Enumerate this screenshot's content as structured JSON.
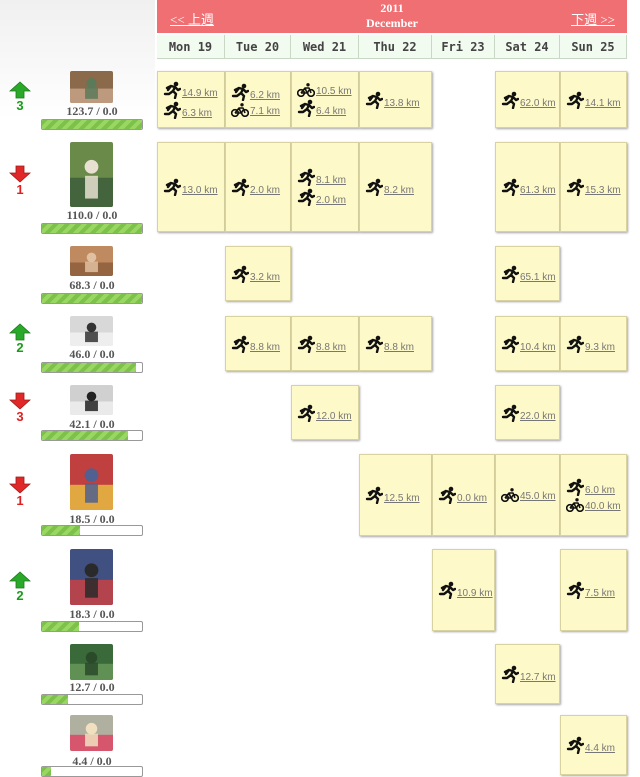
{
  "header": {
    "prev_label": "<< 上週",
    "next_label": "下週 >>",
    "year": "2011",
    "month": "December",
    "days": [
      "Mon 19",
      "Tue 20",
      "Wed 21",
      "Thu 22",
      "Fri 23",
      "Sat 24",
      "Sun 25"
    ]
  },
  "colors": {
    "header_bg": "#ef6f73",
    "day_header_bg": "#f2fbef",
    "cell_bg": "#fef9c8",
    "progress_fill": "#7cc24a",
    "trend_up": "#1a9c1a",
    "trend_down": "#e02020"
  },
  "icons": {
    "run": "runner-icon",
    "bike": "cyclist-icon",
    "up": "arrow-up-icon",
    "down": "arrow-down-icon"
  },
  "users": [
    {
      "trend": "up",
      "rank": "3",
      "distance": "123.7 / 0.0",
      "progress": 1.0,
      "days": [
        [
          {
            "t": "run",
            "km": "14.9 km"
          },
          {
            "t": "run",
            "km": "6.3 km"
          }
        ],
        [
          {
            "t": "run",
            "km": "6.2 km"
          },
          {
            "t": "bike",
            "km": "7.1 km"
          }
        ],
        [
          {
            "t": "bike",
            "km": "10.5 km"
          },
          {
            "t": "run",
            "km": "6.4 km"
          }
        ],
        [
          {
            "t": "run",
            "km": "13.8 km"
          }
        ],
        [],
        [
          {
            "t": "run",
            "km": "62.0 km"
          }
        ],
        [
          {
            "t": "run",
            "km": "14.1 km"
          }
        ]
      ]
    },
    {
      "trend": "down",
      "rank": "1",
      "distance": "110.0 / 0.0",
      "progress": 1.0,
      "days": [
        [
          {
            "t": "run",
            "km": "13.0 km"
          }
        ],
        [
          {
            "t": "run",
            "km": "2.0 km"
          }
        ],
        [
          {
            "t": "run",
            "km": "8.1 km"
          },
          {
            "t": "run",
            "km": "2.0 km"
          }
        ],
        [
          {
            "t": "run",
            "km": "8.2 km"
          }
        ],
        [],
        [
          {
            "t": "run",
            "km": "61.3 km"
          }
        ],
        [
          {
            "t": "run",
            "km": "15.3 km"
          }
        ]
      ]
    },
    {
      "trend": "",
      "rank": "",
      "distance": "68.3 / 0.0",
      "progress": 1.0,
      "days": [
        [],
        [
          {
            "t": "run",
            "km": "3.2 km"
          }
        ],
        [],
        [],
        [],
        [
          {
            "t": "run",
            "km": "65.1 km"
          }
        ],
        []
      ]
    },
    {
      "trend": "up",
      "rank": "2",
      "distance": "46.0 / 0.0",
      "progress": 0.94,
      "days": [
        [],
        [
          {
            "t": "run",
            "km": "8.8 km"
          }
        ],
        [
          {
            "t": "run",
            "km": "8.8 km"
          }
        ],
        [
          {
            "t": "run",
            "km": "8.8 km"
          }
        ],
        [],
        [
          {
            "t": "run",
            "km": "10.4 km"
          }
        ],
        [
          {
            "t": "run",
            "km": "9.3 km"
          }
        ]
      ]
    },
    {
      "trend": "down",
      "rank": "3",
      "distance": "42.1 / 0.0",
      "progress": 0.86,
      "days": [
        [],
        [],
        [
          {
            "t": "run",
            "km": "12.0 km"
          }
        ],
        [],
        [],
        [
          {
            "t": "run",
            "km": "22.0 km"
          }
        ],
        []
      ]
    },
    {
      "trend": "down",
      "rank": "1",
      "distance": "18.5 / 0.0",
      "progress": 0.38,
      "days": [
        [],
        [],
        [],
        [
          {
            "t": "run",
            "km": "12.5 km"
          }
        ],
        [
          {
            "t": "run",
            "km": "0.0 km"
          }
        ],
        [
          {
            "t": "bike",
            "km": "45.0 km"
          }
        ],
        [
          {
            "t": "run",
            "km": "6.0 km"
          },
          {
            "t": "bike",
            "km": "40.0 km"
          }
        ]
      ]
    },
    {
      "trend": "up",
      "rank": "2",
      "distance": "18.3 / 0.0",
      "progress": 0.37,
      "days": [
        [],
        [],
        [],
        [],
        [
          {
            "t": "run",
            "km": "10.9 km"
          }
        ],
        [],
        [
          {
            "t": "run",
            "km": "7.5 km"
          }
        ]
      ]
    },
    {
      "trend": "",
      "rank": "",
      "distance": "12.7 / 0.0",
      "progress": 0.26,
      "days": [
        [],
        [],
        [],
        [],
        [],
        [
          {
            "t": "run",
            "km": "12.7 km"
          }
        ],
        []
      ]
    },
    {
      "trend": "",
      "rank": "",
      "distance": "4.4 / 0.0",
      "progress": 0.09,
      "days": [
        [],
        [],
        [],
        [],
        [],
        [],
        [
          {
            "t": "run",
            "km": "4.4 km"
          }
        ]
      ]
    }
  ]
}
